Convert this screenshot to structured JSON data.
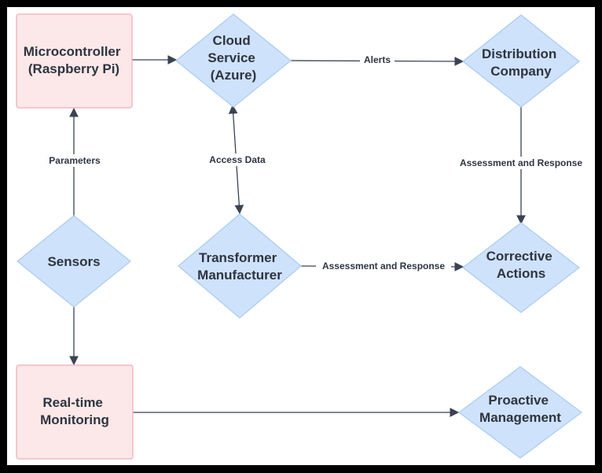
{
  "nodes": {
    "microcontroller": {
      "lines": [
        "Microcontroller",
        "(Raspberry Pi)"
      ],
      "shape": "rectangle"
    },
    "cloud": {
      "lines": [
        "Cloud",
        "Service",
        "(Azure)"
      ],
      "shape": "diamond"
    },
    "distribution": {
      "lines": [
        "Distribution",
        "Company"
      ],
      "shape": "diamond"
    },
    "sensors": {
      "lines": [
        "Sensors"
      ],
      "shape": "diamond"
    },
    "manufacturer": {
      "lines": [
        "Transformer",
        "Manufacturer"
      ],
      "shape": "diamond"
    },
    "corrective": {
      "lines": [
        "Corrective",
        "Actions"
      ],
      "shape": "diamond"
    },
    "monitoring": {
      "lines": [
        "Real-time",
        "Monitoring"
      ],
      "shape": "rectangle"
    },
    "proactive": {
      "lines": [
        "Proactive",
        "Management"
      ],
      "shape": "diamond"
    }
  },
  "edges": {
    "micro_to_cloud": {
      "label": "",
      "from": "microcontroller",
      "to": "cloud"
    },
    "cloud_to_distribution": {
      "label": "Alerts",
      "from": "cloud",
      "to": "distribution"
    },
    "sensors_to_micro": {
      "label": "Parameters",
      "from": "sensors",
      "to": "microcontroller"
    },
    "cloud_manufacturer": {
      "label": "Access Data",
      "from": "cloud",
      "to": "manufacturer",
      "bidirectional": true
    },
    "distribution_to_corrective": {
      "label": "Assessment and Response",
      "from": "distribution",
      "to": "corrective"
    },
    "manufacturer_to_corrective": {
      "label": "Assessment and Response",
      "from": "manufacturer",
      "to": "corrective"
    },
    "sensors_to_monitoring": {
      "label": "",
      "from": "sensors",
      "to": "monitoring"
    },
    "monitoring_to_proactive": {
      "label": "",
      "from": "monitoring",
      "to": "proactive"
    }
  },
  "colors": {
    "rect_fill": "#fce8e8",
    "rect_stroke": "#f4b8c2",
    "diamond_fill": "#cfe2fb",
    "diamond_stroke": "#a9cbf2",
    "line": "#3b4252",
    "text": "#2e3440",
    "border": "#000000"
  }
}
